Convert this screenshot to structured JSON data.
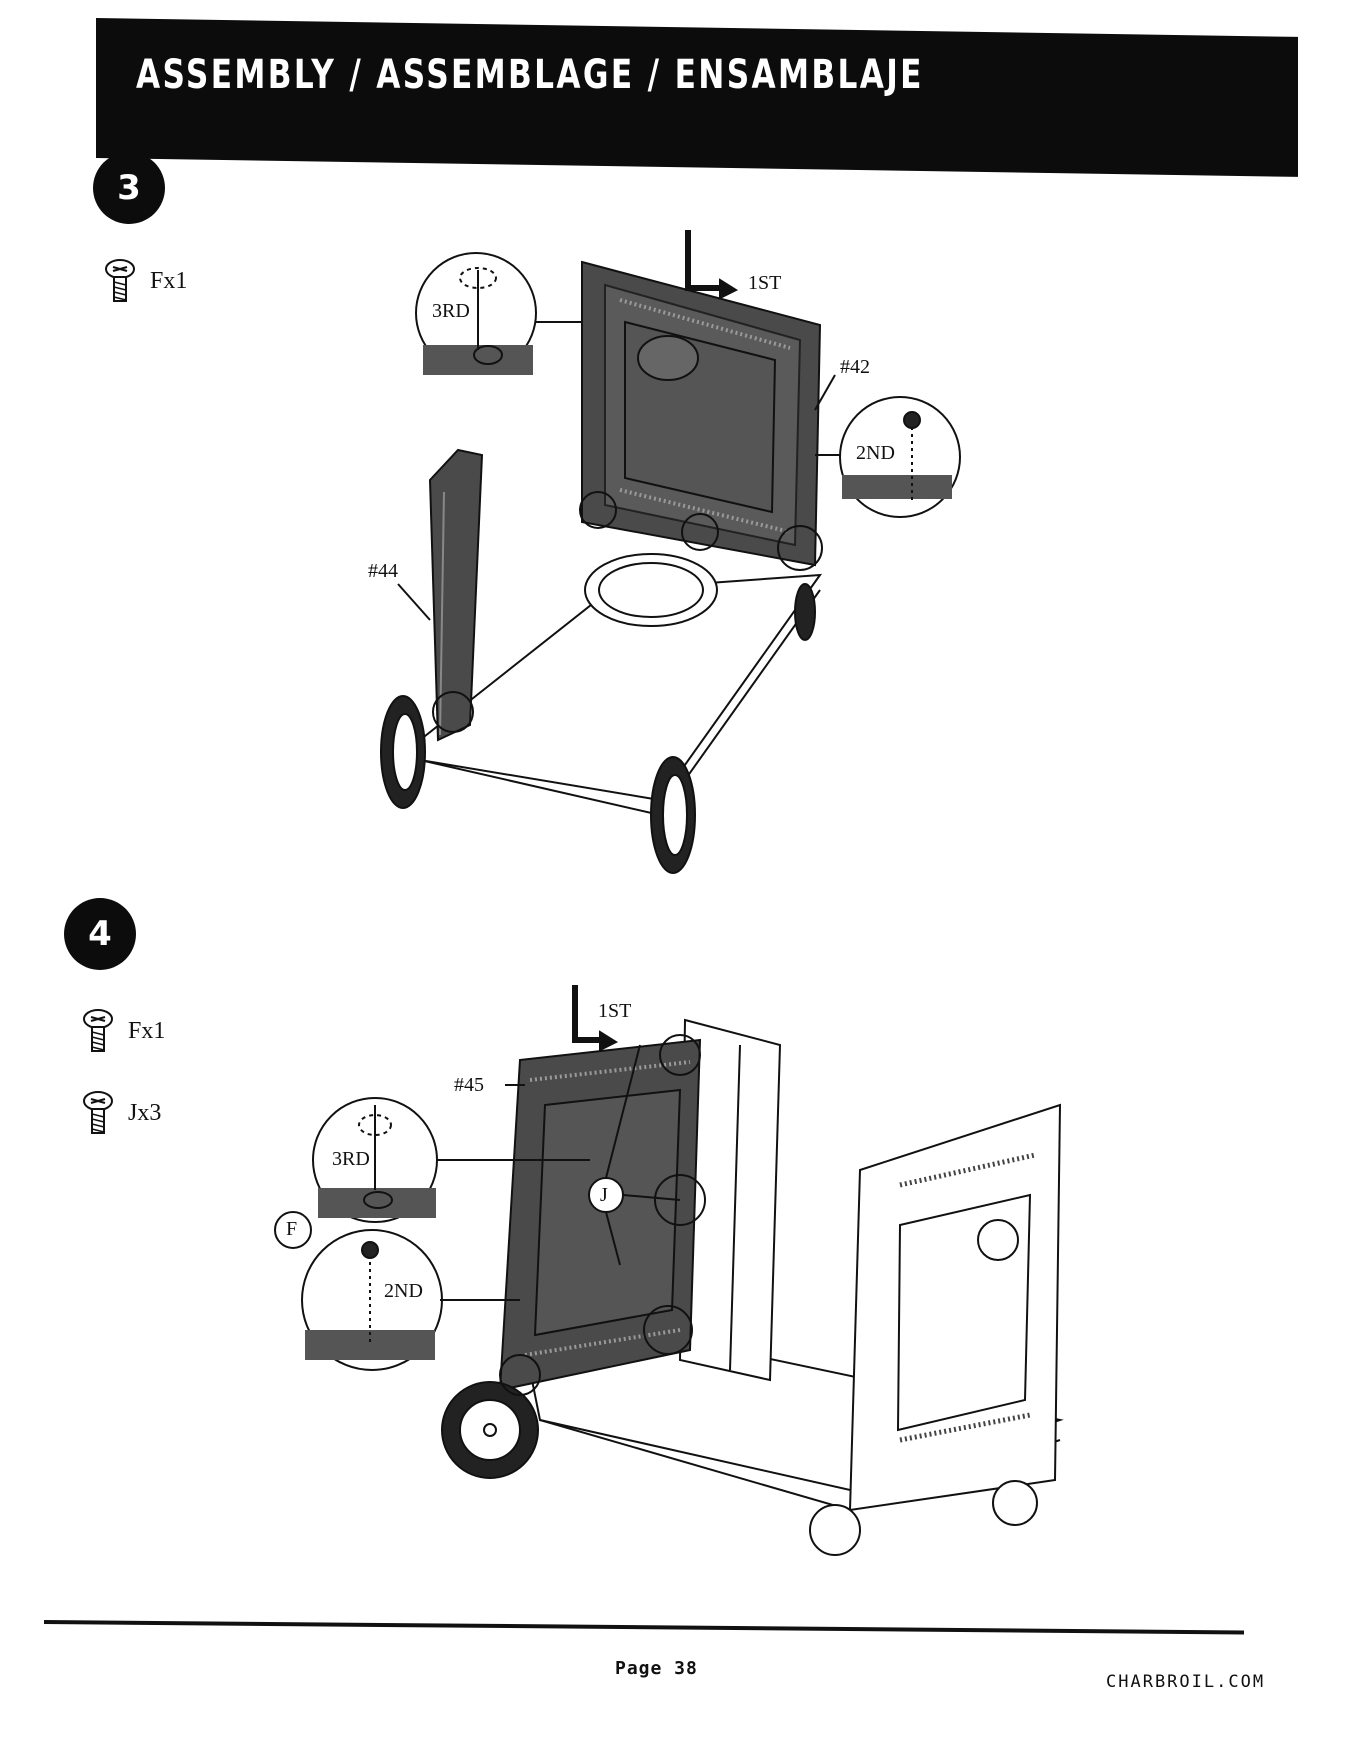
{
  "header": {
    "title": "ASSEMBLY / ASSEMBLAGE / ENSAMBLAJE"
  },
  "step3": {
    "number": "3",
    "hardware": [
      {
        "icon": "screw-icon",
        "label": "Fx1"
      }
    ],
    "callouts": {
      "first": "1ST",
      "second": "2ND",
      "third": "3RD",
      "part_a": "#42",
      "part_b": "#44"
    }
  },
  "step4": {
    "number": "4",
    "hardware": [
      {
        "icon": "screw-icon",
        "label": "Fx1"
      },
      {
        "icon": "screw-icon",
        "label": "Jx3"
      }
    ],
    "callouts": {
      "first": "1ST",
      "second": "2ND",
      "third": "3RD",
      "part_a": "#45",
      "letter_f": "F",
      "letter_j": "J"
    }
  },
  "footer": {
    "page": "Page 38",
    "site": "CHARBROIL.COM"
  }
}
